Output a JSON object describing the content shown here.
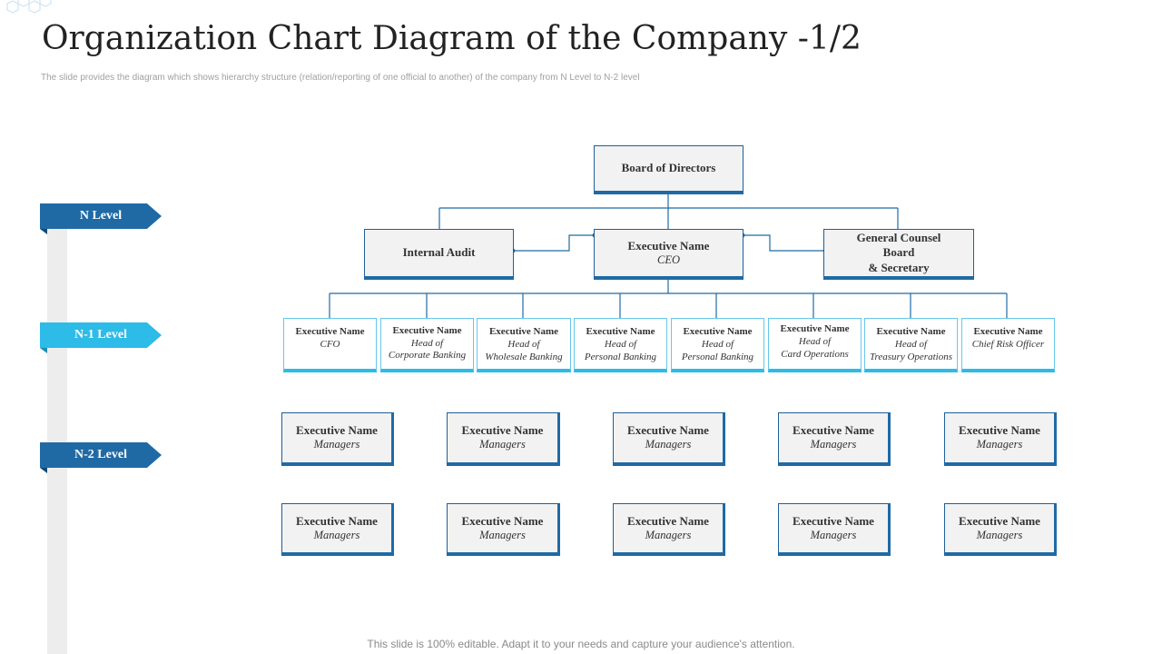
{
  "header": {
    "title": "Organization Chart Diagram of the Company -1/2",
    "subtitle": "The slide provides the diagram which shows hierarchy structure (relation/reporting of one official to another) of the company from N Level to N-2 level"
  },
  "footer": {
    "text": "This slide is 100% editable. Adapt it to your needs and capture your audience's attention."
  },
  "levels": {
    "n": "N Level",
    "n1": "N-1 Level",
    "n2": "N-2 Level"
  },
  "colors": {
    "dark_blue": "#1f6aa5",
    "light_blue": "#2dbbe8",
    "box_fill": "#f2f2f2"
  },
  "top": {
    "board": "Board of Directors",
    "audit": "Internal Audit",
    "ceo": {
      "name": "Executive Name",
      "role": "CEO"
    },
    "counsel": {
      "line1": "General Counsel",
      "line2": "Board",
      "line3": "& Secretary"
    }
  },
  "n1": [
    {
      "name": "Executive Name",
      "role1": "CFO",
      "role2": ""
    },
    {
      "name": "Executive Name",
      "role1": "Head of",
      "role2": "Corporate Banking"
    },
    {
      "name": "Executive Name",
      "role1": "Head of",
      "role2": "Wholesale Banking"
    },
    {
      "name": "Executive Name",
      "role1": "Head of",
      "role2": "Personal Banking"
    },
    {
      "name": "Executive Name",
      "role1": "Head of",
      "role2": "Personal Banking"
    },
    {
      "name": "Executive Name",
      "role1": "Head of",
      "role2": "Card Operations"
    },
    {
      "name": "Executive Name",
      "role1": "Head of",
      "role2": "Treasury Operations"
    },
    {
      "name": "Executive Name",
      "role1": "Chief Risk Officer",
      "role2": ""
    }
  ],
  "n2_row1": [
    {
      "name": "Executive Name",
      "role": "Managers"
    },
    {
      "name": "Executive Name",
      "role": "Managers"
    },
    {
      "name": "Executive Name",
      "role": "Managers"
    },
    {
      "name": "Executive Name",
      "role": "Managers"
    },
    {
      "name": "Executive Name",
      "role": "Managers"
    }
  ],
  "n2_row2": [
    {
      "name": "Executive Name",
      "role": "Managers"
    },
    {
      "name": "Executive Name",
      "role": "Managers"
    },
    {
      "name": "Executive Name",
      "role": "Managers"
    },
    {
      "name": "Executive Name",
      "role": "Managers"
    },
    {
      "name": "Executive Name",
      "role": "Managers"
    }
  ]
}
